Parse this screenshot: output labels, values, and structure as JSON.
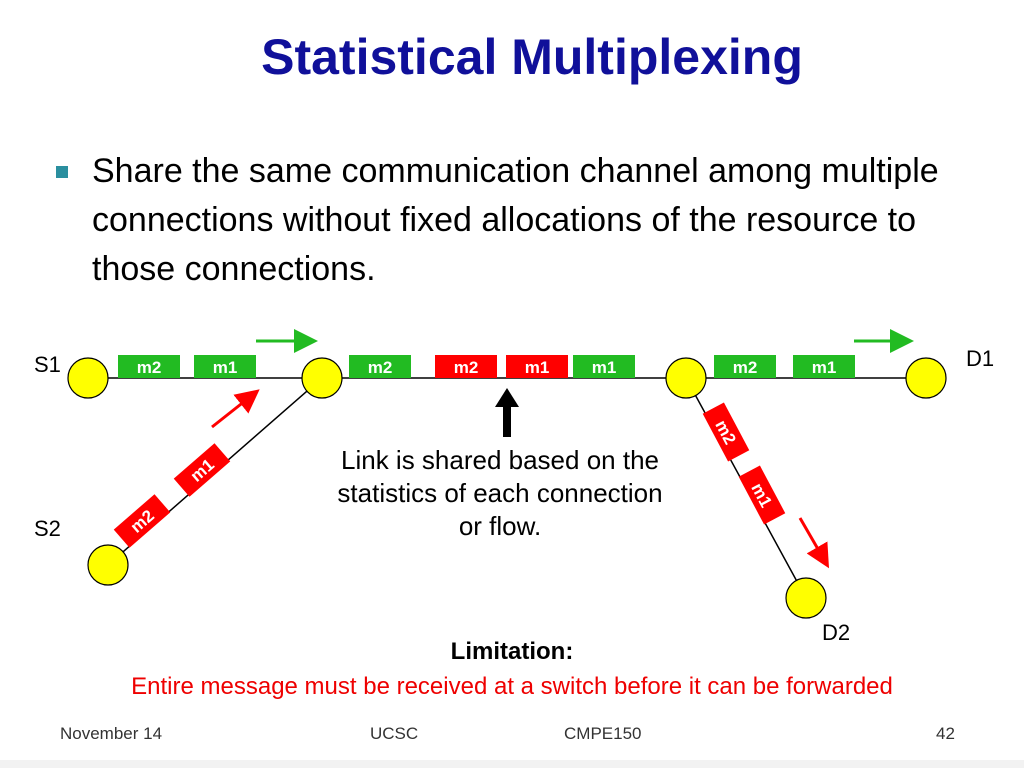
{
  "title": "Statistical Multiplexing",
  "bullet": "Share the same communication channel among multiple connections without fixed allocations of the resource to those connections.",
  "nodes": {
    "s1": "S1",
    "s2": "S2",
    "d1": "D1",
    "d2": "D2"
  },
  "packets": {
    "m1": "m1",
    "m2": "m2"
  },
  "caption": "Link is shared based on the statistics of each connection or flow.",
  "limitation": {
    "heading": "Limitation:",
    "text": "Entire message must be received at a switch before it can be forwarded"
  },
  "footer": {
    "date": "November 14",
    "org": "UCSC",
    "course": "CMPE150",
    "page": "42"
  },
  "colors": {
    "node": "#ffff00",
    "packet_green": "#22bb22",
    "packet_red": "#ff0000",
    "title": "#10109a",
    "bullet": "#2a8f9f",
    "limitation_text": "#ee0000"
  }
}
